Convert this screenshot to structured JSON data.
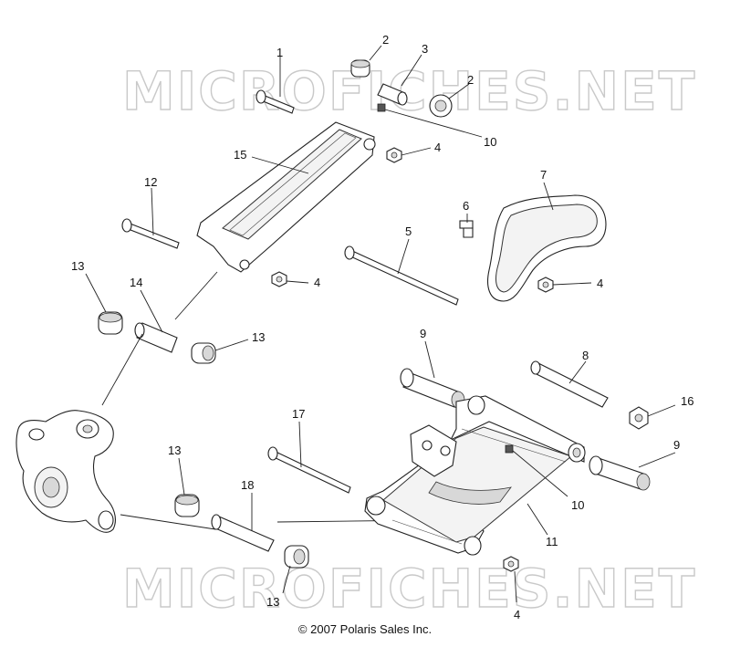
{
  "watermark": {
    "top_text": "MICROFICHES.NET",
    "bottom_text": "MICROFICHES.NET"
  },
  "callouts": {
    "c1": "1",
    "c2a": "2",
    "c2b": "2",
    "c3": "3",
    "c4a": "4",
    "c4b": "4",
    "c4c": "4",
    "c4d": "4",
    "c5": "5",
    "c6": "6",
    "c7": "7",
    "c8": "8",
    "c9a": "9",
    "c9b": "9",
    "c10a": "10",
    "c10b": "10",
    "c11": "11",
    "c12": "12",
    "c13a": "13",
    "c13b": "13",
    "c13c": "13",
    "c13d": "13",
    "c14": "14",
    "c15": "15",
    "c16": "16",
    "c17": "17",
    "c18": "18"
  },
  "copyright": "© 2007 Polaris Sales Inc."
}
